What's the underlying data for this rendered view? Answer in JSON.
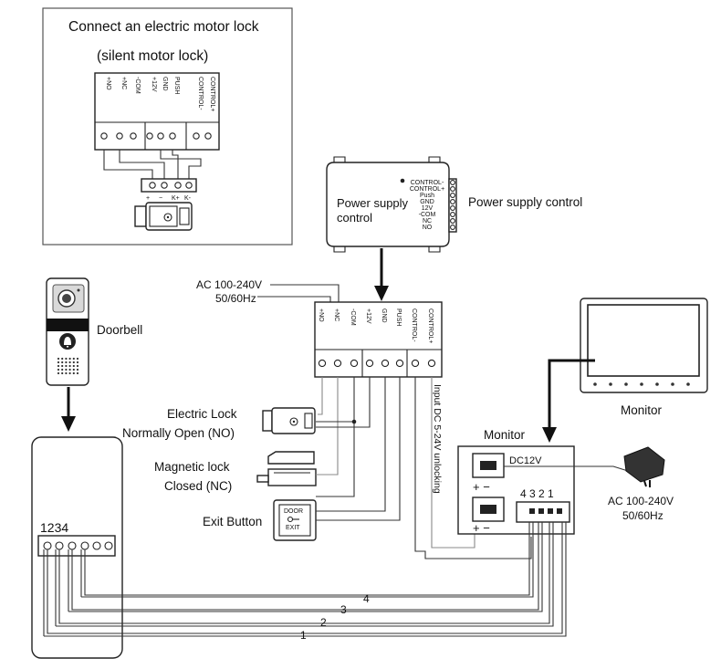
{
  "inset": {
    "title_line1": "Connect an electric motor lock",
    "title_line2": "(silent motor lock)",
    "terminals": [
      "+NO",
      "+NC",
      "-COM",
      "+12V",
      "GND",
      "PUSH",
      "CONTROL-",
      "CONTROL+"
    ],
    "lock_terminals": [
      "+",
      "−",
      "K+",
      "K-"
    ]
  },
  "power_supply": {
    "label_line1": "Power supply",
    "label_line2": "control",
    "side_pins": [
      "CONTROL-",
      "CONTROL+",
      "Push",
      "GND",
      "12V",
      "-COM",
      "NC",
      "NO"
    ],
    "callout": "Power supply control"
  },
  "main_block": {
    "terminals": [
      "+NO",
      "+NC",
      "-COM",
      "+12V",
      "GND",
      "PUSH",
      "CONTROL-",
      "CONTROL+"
    ]
  },
  "ac_input": {
    "line1": "AC 100-240V",
    "line2": "50/60Hz"
  },
  "doorbell": {
    "label": "Doorbell",
    "terminal_numbers": "1234"
  },
  "electric_lock": {
    "line1": "Electric Lock",
    "line2": "Normally Open (NO)"
  },
  "magnetic_lock": {
    "line1": "Magnetic lock",
    "line2": "Closed (NC)"
  },
  "exit_button": {
    "label": "Exit Button",
    "face_line1": "DOOR",
    "face_line2": "EXIT"
  },
  "unlock_note": "Input DC 5-24V unlocking",
  "monitor_device": {
    "label": "Monitor"
  },
  "monitor_panel": {
    "label": "Monitor",
    "dc_label": "DC12V",
    "polarity_top": "+  −",
    "polarity_bottom": "+  −",
    "pin_numbers": "4 3 2 1"
  },
  "adapter": {
    "line1": "AC 100-240V",
    "line2": "50/60Hz"
  },
  "wire_labels": [
    "4",
    "3",
    "2",
    "1"
  ]
}
